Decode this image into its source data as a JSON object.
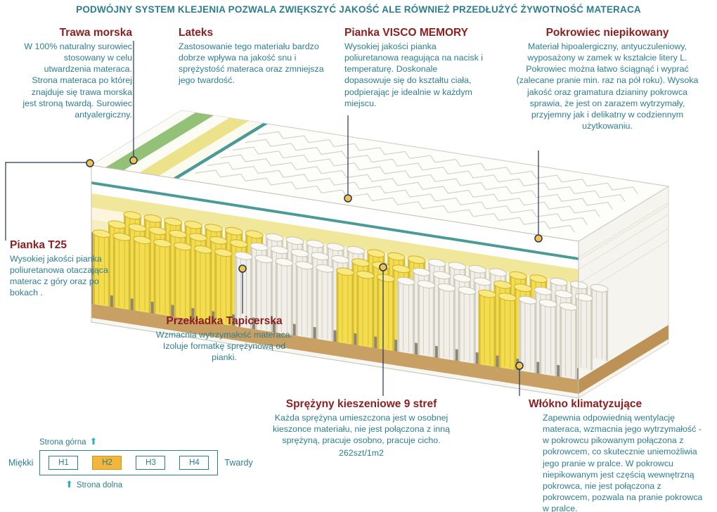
{
  "header": {
    "text": "PODWÓJNY SYSTEM KLEJENIA POZWALA ZWIĘKSZYĆ JAKOŚĆ ALE RÓWNIEŻ PRZEDŁUŻYĆ ŻYWOTNOŚĆ MATERACA"
  },
  "labels": {
    "trawa_morska": {
      "title": "Trawa morska",
      "text": "W 100% naturalny surowiec stosowany w celu utwardzenia materaca. Strona materaca po której znajduje się trawa morska jest stroną twardą. Surowiec antyalergiczny."
    },
    "lateks": {
      "title": "Lateks",
      "text": "Zastosowanie tego materiału bardzo dobrze wpływa na jakość snu i sprężystość materaca oraz zmniejsza jego twardość."
    },
    "pianka_visco": {
      "title": "Pianka VISCO MEMORY",
      "text": "Wysokiej jakości pianka poliuretanowa reagująca na nacisk i temperaturę. Doskonale dopasowuje się do kształtu ciała, podpierając je idealnie w każdym miejscu."
    },
    "pokrowiec": {
      "title": "Pokrowiec niepikowany",
      "text": "Materiał hipoalergiczny, antyuczuleniowy, wyposażony w zamek w kształcie litery L. Pokrowiec można łatwo ściągnąć i wyprać (zalecane pranie min.  raz na pół roku). Wysoka jakość oraz gramatura dzianiny pokrowca sprawia, że jest on zarazem wytrzymały, przyjemny jak i delikatny w codziennym użytkowaniu."
    },
    "pianka_t25": {
      "title": "Pianka T25",
      "text": "Wysokiej jakości pianka poliuretanowa otaczająca materac z góry oraz po bokach ."
    },
    "przekladka": {
      "title": "Przekładka Tapicerska",
      "text": "Wzmacnia wytrzymałość materaca. Izoluje formatkę sprężynową od pianki."
    },
    "sprezyny": {
      "title": "Sprężyny kieszeniowe 9 stref",
      "text": "Każda sprężyna umieszczona jest w osobnej kieszonce materiału, nie jest połączona z inną sprężyną, pracuje osobno, pracuje cicho.",
      "extra": "262szt/1m2"
    },
    "wlokno": {
      "title": "Włókno klimatyzujące",
      "text": "Zapewnia odpowiednią wentylację materaca, wzmacnia jego wytrzymałość - w pokrowcu pikowanym połączona z pokrowcem, co skutecznie uniemożliwia jego pranie w pralce. W pokrowcu niepikowanym jest częścią wewnętrzną pokrowca, nie jest połączona z pokrowcem, pozwala na pranie pokrowca w pralce."
    }
  },
  "hardness_scale": {
    "top_label": "Strona górna",
    "bottom_label": "Strona dolna",
    "left_label": "Miękki",
    "right_label": "Twardy",
    "levels": [
      "H1",
      "H2",
      "H3",
      "H4"
    ],
    "selected": "H2"
  },
  "colors": {
    "accent_teal": "#2d7e90",
    "heading_red": "#8d1f21",
    "arrow_cyan": "#29b0c4",
    "spring_yellow": "#f3dd4e",
    "spring_white": "#f1efe8",
    "base_tan": "#c9a063",
    "marker_yellow": "#f4c34f",
    "line_navy": "#223455",
    "h2_highlight": "#f2b63b"
  }
}
